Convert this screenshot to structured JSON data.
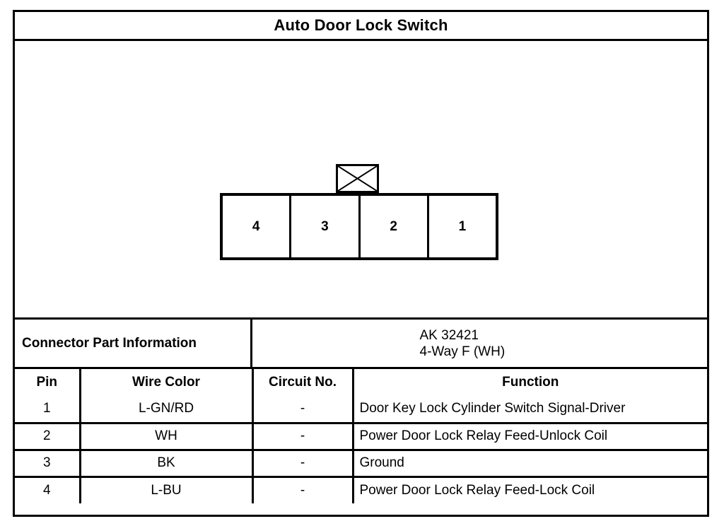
{
  "header": {
    "title": "Auto Door Lock Switch"
  },
  "connector_diagram": {
    "name": "connector-face-view",
    "cells": [
      {
        "label": "4"
      },
      {
        "label": "3"
      },
      {
        "label": "2"
      },
      {
        "label": "1"
      }
    ],
    "tab_icon": "x-marked-keying-tab"
  },
  "part_info": {
    "label": "Connector Part Information",
    "part_number": "AK 32421",
    "description": "4-Way F (WH)"
  },
  "pin_table": {
    "columns": [
      "Pin",
      "Wire Color",
      "Circuit No.",
      "Function"
    ],
    "rows": [
      {
        "pin": "1",
        "wire_color": "L-GN/RD",
        "circuit_no": "-",
        "function": "Door Key Lock Cylinder Switch Signal-Driver"
      },
      {
        "pin": "2",
        "wire_color": "WH",
        "circuit_no": "-",
        "function": "Power Door Lock Relay Feed-Unlock Coil"
      },
      {
        "pin": "3",
        "wire_color": "BK",
        "circuit_no": "-",
        "function": "Ground"
      },
      {
        "pin": "4",
        "wire_color": "L-BU",
        "circuit_no": "-",
        "function": "Power Door Lock Relay Feed-Lock Coil"
      }
    ]
  },
  "colors": {
    "ink": "#000000",
    "paper": "#ffffff"
  }
}
